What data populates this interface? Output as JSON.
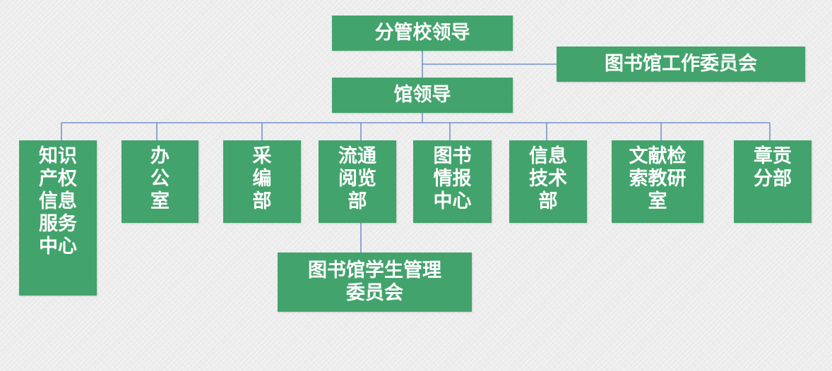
{
  "diagram": {
    "colors": {
      "node_fill": "#43a36c",
      "node_text": "#ffffff",
      "connector": "#5b7fbf"
    },
    "top": {
      "label": "分管校领导"
    },
    "committee": {
      "label": "图书馆工作委员会"
    },
    "library_leader": {
      "label": "馆领导"
    },
    "departments": [
      {
        "label": "知识\n产权\n信息\n服务\n中心"
      },
      {
        "label": "办\n公\n室"
      },
      {
        "label": "采\n编\n部"
      },
      {
        "label": "流通\n阅览\n部"
      },
      {
        "label": "图书\n情报\n中心"
      },
      {
        "label": "信息\n技术\n部"
      },
      {
        "label": "文献检\n索教研\n室"
      },
      {
        "label": "章贡\n分部"
      }
    ],
    "student_committee": {
      "label": "图书馆学生管理\n委员会"
    }
  }
}
